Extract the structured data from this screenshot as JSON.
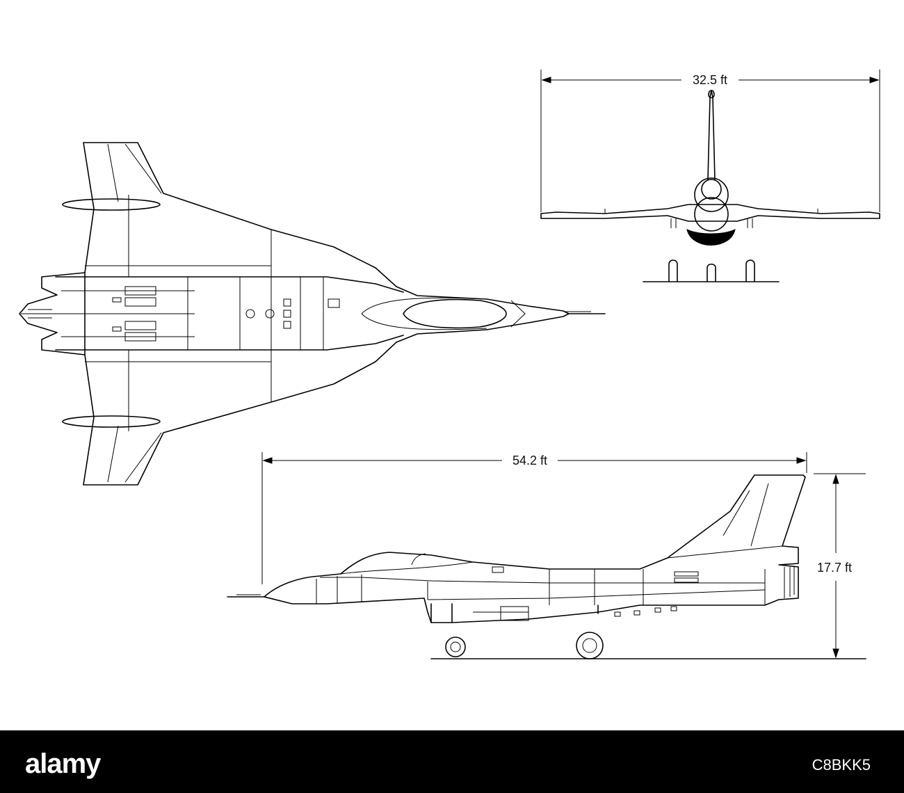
{
  "dimensions": {
    "wingspan": "32.5 ft",
    "length": "54.2 ft",
    "height": "17.7 ft"
  },
  "footer": {
    "brand": "alamy",
    "image_id": "C8BKK5"
  }
}
